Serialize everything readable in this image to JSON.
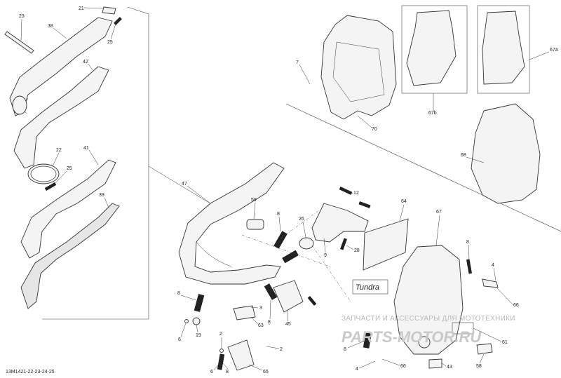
{
  "diagram_code": "13M1421-22-23-24-25",
  "variant_label": "Tundra",
  "watermark": {
    "line1": "ЗАПЧАСТИ И АКСЕССУАРЫ ДЛЯ МОТОТЕХНИКИ",
    "line2": "PARTS-MOTOR.RU"
  },
  "callouts": {
    "c23": "23",
    "c38": "38",
    "c21": "21",
    "c25a": "25",
    "c42": "42",
    "c22": "22",
    "c25b": "25",
    "c41": "41",
    "c39": "39",
    "c47": "47",
    "c59": "59",
    "c8a": "8",
    "c26": "26",
    "c12": "12",
    "c9": "9",
    "c28": "28",
    "c64": "64",
    "c67": "67",
    "c3": "3",
    "c63": "63",
    "c45": "45",
    "c8b": "8",
    "c8c": "8",
    "c6a": "6",
    "c19": "19",
    "c2a": "2",
    "c2b": "2",
    "c6b": "6",
    "c8d": "8",
    "c65": "65",
    "c7": "7",
    "c70": "70",
    "c67b": "67b",
    "c67a": "67a",
    "c68": "68",
    "c8e": "8",
    "c4a": "4",
    "c66a": "66",
    "c8f": "8",
    "c61": "61",
    "c4b": "4",
    "c66b": "66",
    "c43": "43",
    "c58": "58"
  }
}
